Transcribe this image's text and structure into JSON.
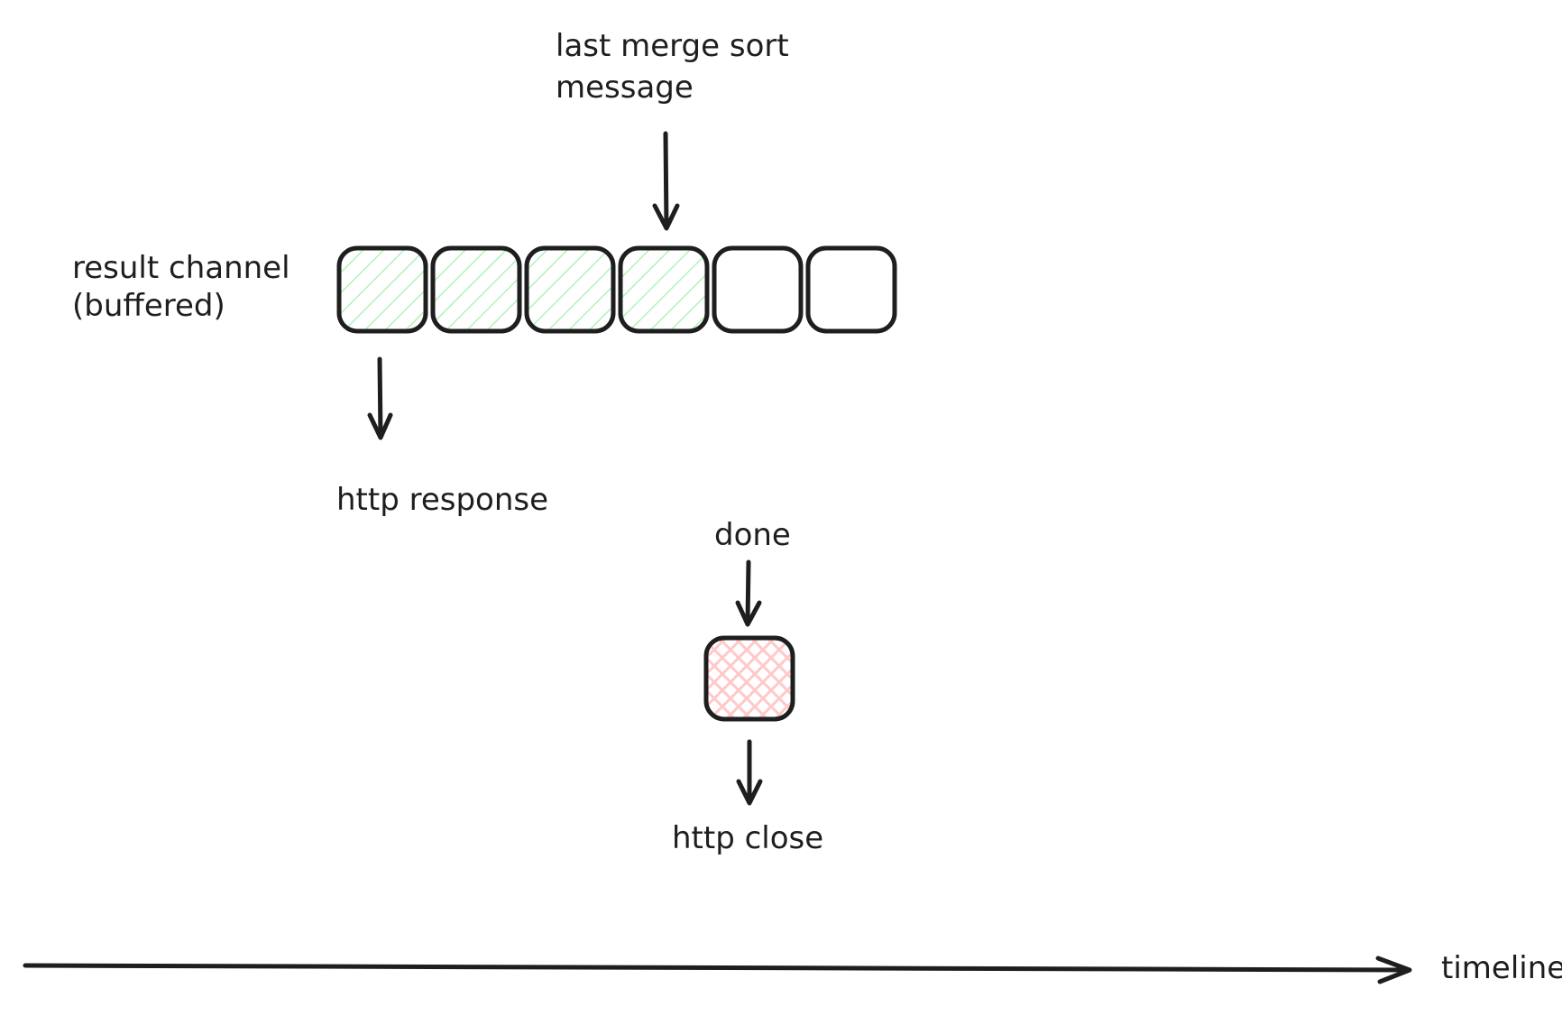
{
  "labels": {
    "last_merge_sort_line1": "last merge sort",
    "last_merge_sort_line2": "message",
    "result_channel_line1": "result channel",
    "result_channel_line2": "(buffered)",
    "http_response": "http response",
    "done": "done",
    "http_close": "http close",
    "timeline": "timeline"
  },
  "buffer": {
    "cells": [
      {
        "filled": true
      },
      {
        "filled": true
      },
      {
        "filled": true
      },
      {
        "filled": true
      },
      {
        "filled": false
      },
      {
        "filled": false
      }
    ]
  },
  "colors": {
    "stroke": "#1e1e1e",
    "filled_hatch": "#b2f2bb",
    "done_hatch": "#ffc9c9"
  }
}
